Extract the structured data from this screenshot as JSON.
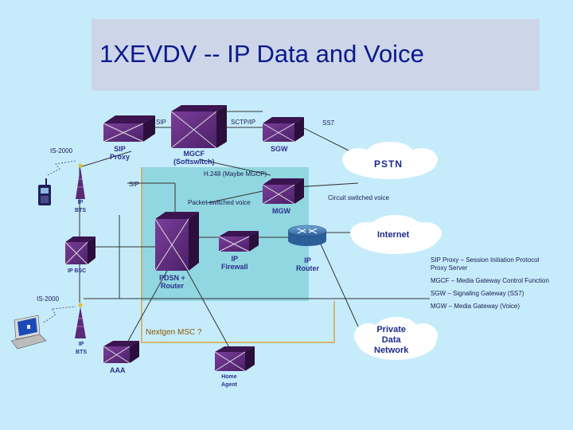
{
  "title": "1XEVDV -- IP Data and Voice",
  "labels": {
    "sip_top": "SIP",
    "sctp_ip": "SCTP/IP",
    "ss7": "SS7",
    "is2000_top": "IS-2000",
    "h248": "H.248 (Maybe MGCP)",
    "sip_left": "SIP",
    "packet_voice": "Packet switched voice",
    "circuit_voice": "Circuit switched voice",
    "is2000_bottom": "IS-2000",
    "nextgen_msc": "Nextgen MSC ?"
  },
  "nodes": {
    "sip_proxy": "SIP\nProxy",
    "mgcf": "MGCF\n(Softswitch)",
    "sgw": "SGW",
    "mgw": "MGW",
    "ip_bts_top": "IP\nBTS",
    "ip_bsc": "IP BSC",
    "pdsn": "PDSN +\nRouter",
    "ip_firewall": "IP\nFirewall",
    "ip_router": "IP\nRouter",
    "ip_bts_bottom": "IP\nBTS",
    "aaa": "AAA",
    "home_agent": "Home\nAgent"
  },
  "clouds": {
    "pstn": "PSTN",
    "internet": "Internet",
    "private_data": "Private\nData\nNetwork"
  },
  "legend": [
    "SIP Proxy – Session Initiation Protocol Proxy Server",
    "MGCF – Media Gateway Control Function",
    "SGW – Signaling Gateway (SS7)",
    "MGW – Media Gateway (Voice)"
  ],
  "colors": {
    "box_face": "#5a2a78",
    "box_side": "#3b1450",
    "pdsn_zone": "#7fd0d8",
    "msc_outline": "#d2a34a"
  }
}
